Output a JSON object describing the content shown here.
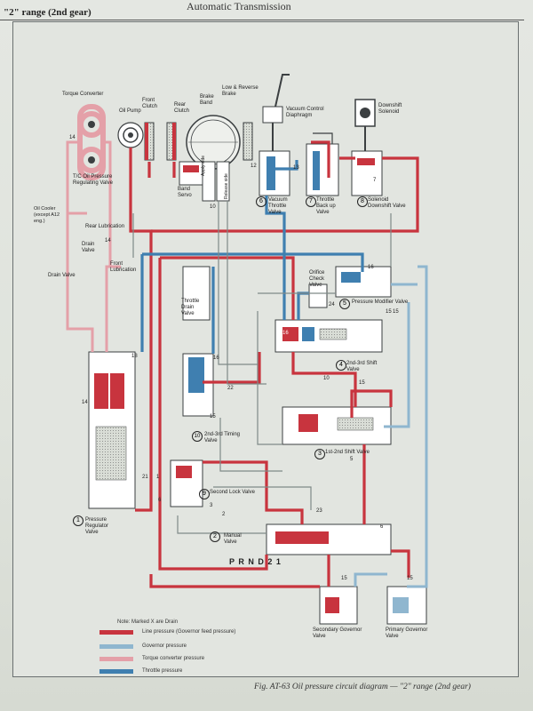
{
  "header": {
    "title": "Automatic Transmission",
    "range_label": "\"2\" range (2nd gear)"
  },
  "components": {
    "torque_converter": "Torque Converter",
    "oil_pump": "Oil Pump",
    "front_clutch": "Front Clutch",
    "rear_clutch": "Rear Clutch",
    "brake_band": "Brake Band",
    "low_reverse_brake": "Low & Reverse Brake",
    "vacuum_diaphragm": "Vacuum Control Diaphragm",
    "downshift_solenoid": "Downshift Solenoid",
    "tc_regulating_valve": "T/C Oil Pressure Regulating Valve",
    "oil_cooler": "Oil Cooler (except A12 eng.)",
    "rear_lubrication": "Rear Lubrication",
    "drain_valve_1": "Drain Valve",
    "drain_valve_2": "Drain Valve",
    "front_lubrication": "Front Lubrication",
    "band_servo": "Band Servo",
    "apply_side": "Apply side",
    "release_side": "Release side",
    "vacuum_throttle_valve": "Vacuum Throttle Valve",
    "throttle_backup_valve": "Throttle Back up Valve",
    "solenoid_downshift_valve": "Solenoid Downshift Valve",
    "orifice_check_valve": "Orifice Check Valve",
    "pressure_modifier_valve": "Pressure Modifier Valve",
    "throttle_drain_valve": "Throttle Drain Valve",
    "shift_23_valve": "2nd-3rd Shift Valve",
    "timing_23_valve": "2nd-3rd Timing Valve",
    "shift_12_valve": "1st-2nd Shift Valve",
    "second_lock_valve": "Second Lock Valve",
    "pressure_regulator_valve": "Pressure Regulator Valve",
    "manual_valve": "Manual Valve",
    "selector": "P R N D 2 1",
    "secondary_governor": "Secondary Governor Valve",
    "primary_governor": "Primary Governor Valve"
  },
  "numbers": {
    "n1": "1",
    "n2": "2",
    "n3": "3",
    "n4": "4",
    "n5": "5",
    "n6": "6",
    "n7": "7",
    "n8": "8",
    "n9": "9",
    "n10": "10"
  },
  "port_labels": [
    "14",
    "14",
    "12",
    "13",
    "10",
    "10",
    "16",
    "16",
    "15",
    "15",
    "22",
    "24",
    "23",
    "21",
    "16",
    "15",
    "5",
    "6",
    "3",
    "2",
    "1",
    "15",
    "15",
    "14",
    "7",
    "18",
    "6",
    "15"
  ],
  "legend": {
    "note": "Note: Marked X are Drain",
    "items": [
      {
        "label": "Line pressure (Governor feed pressure)",
        "color": "#c8343e"
      },
      {
        "label": "Governor pressure",
        "color": "#8fb6cf"
      },
      {
        "label": "Torque converter pressure",
        "color": "#e4a0a8"
      },
      {
        "label": "Throttle pressure",
        "color": "#3f7fb0"
      }
    ]
  },
  "caption": "Fig. AT-63  Oil pressure circuit diagram — \"2\" range (2nd gear)",
  "colors": {
    "line": "#c8343e",
    "governor": "#8fb6cf",
    "converter": "#e4a0a8",
    "throttle": "#3f7fb0",
    "outline": "#3b3f41"
  }
}
